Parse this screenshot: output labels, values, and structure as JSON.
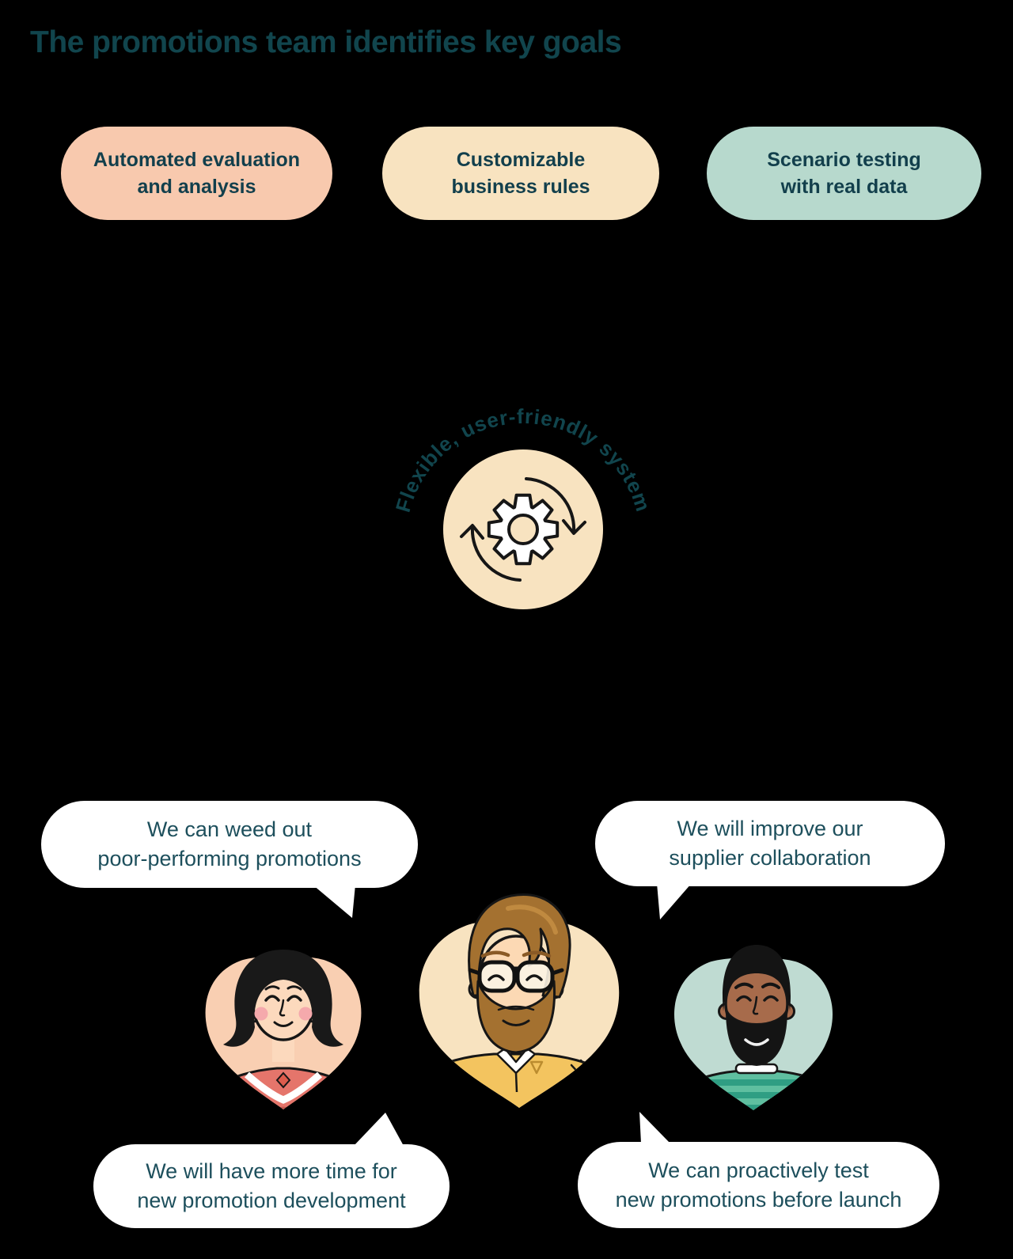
{
  "page": {
    "title": "The promotions team identifies key goals"
  },
  "colors": {
    "background": "#000000",
    "title_text": "#11454d",
    "pill_text": "#123f4c",
    "bubble_text": "#1d4f5c",
    "bubble_fill": "#ffffff",
    "outline": "#161616",
    "pill_salmon": "#f8c9ae",
    "pill_cream": "#f8e3c0",
    "pill_mint": "#b7d9cd",
    "circle_fill": "#f8e3c0"
  },
  "goals": [
    {
      "id": "automated-evaluation",
      "lines": [
        "Automated evaluation",
        "and analysis"
      ],
      "color": "#f8c9ae"
    },
    {
      "id": "customizable-rules",
      "lines": [
        "Customizable",
        "business rules"
      ],
      "color": "#f8e3c0"
    },
    {
      "id": "scenario-testing",
      "lines": [
        "Scenario testing",
        "with real data"
      ],
      "color": "#b7d9cd"
    }
  ],
  "center": {
    "label": "Flexible, user-friendly system",
    "icon": "gear-cycle-icon",
    "circle_color": "#f8e3c0"
  },
  "speech_bubbles": [
    {
      "position": "top-left",
      "lines": [
        "We can weed out",
        "poor-performing promotions"
      ]
    },
    {
      "position": "top-right",
      "lines": [
        "We will improve our",
        "supplier collaboration"
      ]
    },
    {
      "position": "bottom-left",
      "lines": [
        "We will have more time for",
        "new promotion development"
      ]
    },
    {
      "position": "bottom-right",
      "lines": [
        "We can proactively test",
        "new promotions before launch"
      ]
    }
  ],
  "team": {
    "avatars": [
      {
        "id": "avatar-woman",
        "blob_color": "#f9cfb2",
        "top_color": "#e5756b"
      },
      {
        "id": "avatar-man-glasses",
        "blob_color": "#f8e3c0",
        "shirt_color": "#f3c45f"
      },
      {
        "id": "avatar-man-beard",
        "blob_color": "#bfdbd2",
        "shirt_color": "#5fbfa0"
      }
    ]
  }
}
